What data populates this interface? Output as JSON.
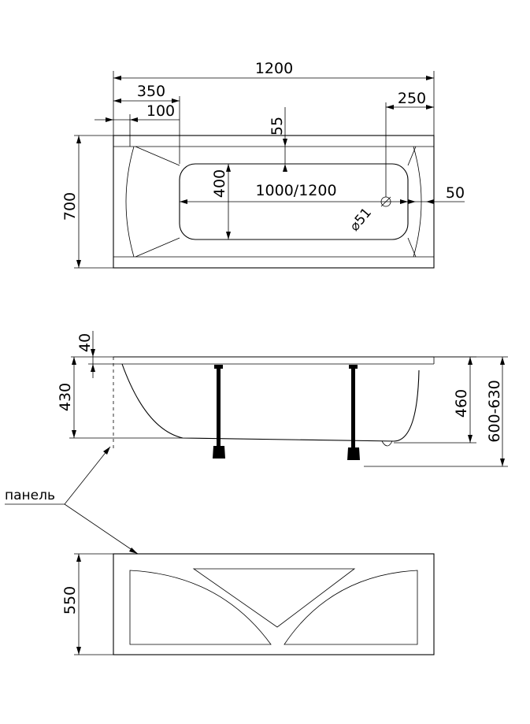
{
  "top_view": {
    "length": "1200",
    "left_offset": "350",
    "left_rim": "100",
    "right_offset": "250",
    "rim_top": "55",
    "inner_length": "1000/1200",
    "inner_width": "400",
    "drain": "⌀51",
    "right_rim": "50",
    "width": "700"
  },
  "side_view": {
    "rim": "40",
    "depth": "430",
    "overall_depth": "460",
    "total_height": "600-630"
  },
  "panel_view": {
    "callout": "панель",
    "height": "550"
  }
}
